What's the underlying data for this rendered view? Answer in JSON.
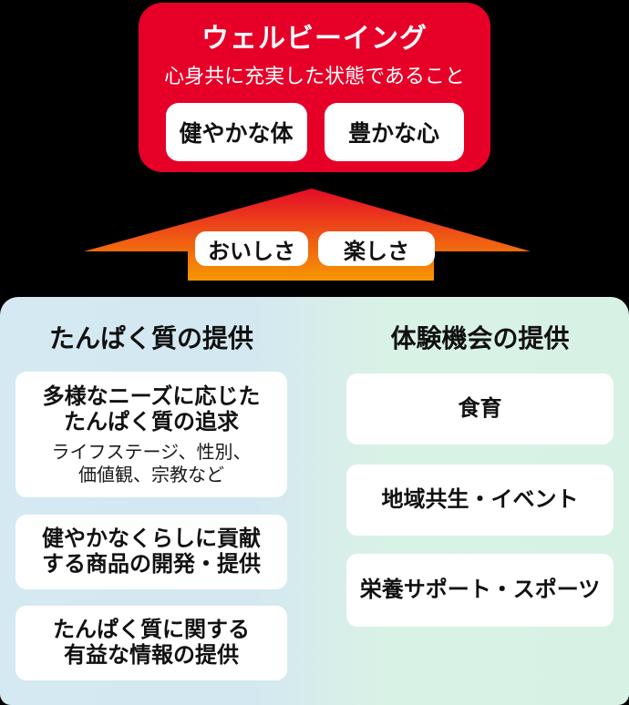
{
  "hero": {
    "title": "ウェルビーイング",
    "subtitle": "心身共に充実した状態であること",
    "pills": [
      {
        "label": "健やかな体"
      },
      {
        "label": "豊かな心"
      }
    ]
  },
  "arrow": {
    "pills": [
      {
        "label": "おいしさ"
      },
      {
        "label": "楽しさ"
      }
    ]
  },
  "panels": {
    "protein": {
      "title": "たんぱく質の提供",
      "boxes": [
        {
          "main": "多様なニーズに応じた\nたんぱく質の追求",
          "sub": "ライフステージ、性別、\n価値観、宗教など"
        },
        {
          "main": "健やかなくらしに貢献\nする商品の開発・提供"
        },
        {
          "main": "たんぱく質に関する\n有益な情報の提供"
        }
      ]
    },
    "experience": {
      "title": "体験機会の提供",
      "boxes": [
        {
          "main": "食育"
        },
        {
          "main": "地域共生・イベント"
        },
        {
          "main": "栄養サポート・スポーツ"
        }
      ]
    }
  },
  "colors": {
    "card_red": "#e60028",
    "arrow_top_red": "#e40b28",
    "arrow_bottom_orange": "#f69703",
    "panel_left_blue": "#d5e9f2",
    "panel_right_green": "#d9f2e6",
    "box_white": "#ffffff",
    "text_dark": "#111111"
  }
}
